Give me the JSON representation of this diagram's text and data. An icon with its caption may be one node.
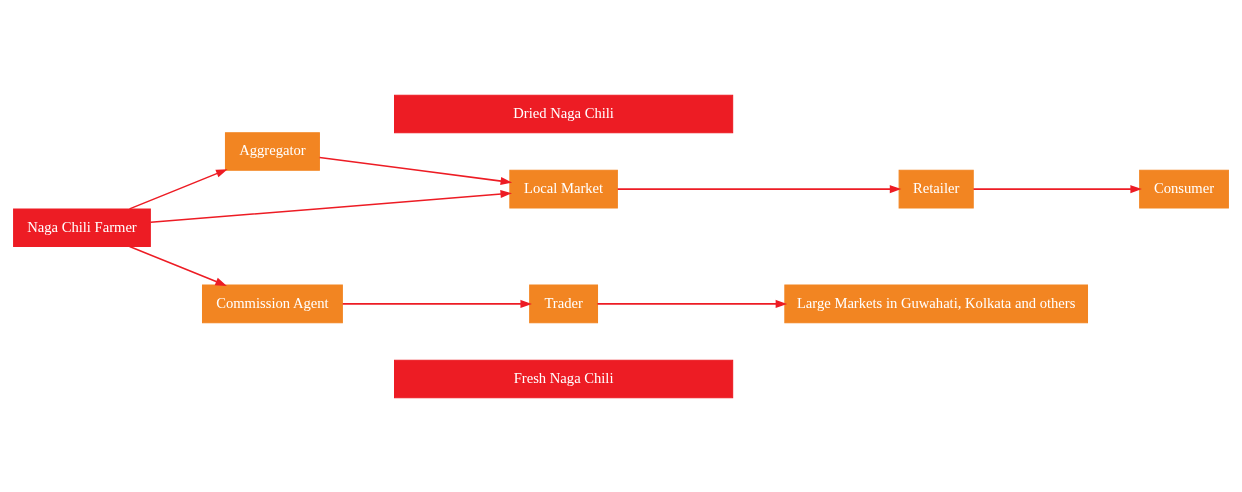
{
  "diagram": {
    "nodes": [
      {
        "text": [
          "Fresh Naga Chili"
        ]
      },
      {
        "text": [
          "Naga Chili Farmer"
        ]
      },
      {
        "text": [
          "Aggregator"
        ]
      },
      {
        "text": [
          "Local Market"
        ]
      },
      {
        "text": [
          "Retailer"
        ]
      },
      {
        "text": [
          "Consumer"
        ]
      },
      {
        "text": [
          "Commission Agent"
        ]
      },
      {
        "text": [
          "Trader"
        ]
      },
      {
        "text": [
          "Large Markets in Guwahati, Kolkata and others"
        ]
      },
      {
        "text": [
          "Dried Naga Chili"
        ]
      }
    ],
    "edges": [
      {
        "from": 1,
        "to": 2,
        "arrow": "to"
      },
      {
        "from": 2,
        "to": 3,
        "arrow": "to"
      },
      {
        "from": 1,
        "to": 3,
        "arrow": "to"
      },
      {
        "from": 3,
        "to": 4,
        "arrow": "to"
      },
      {
        "from": 4,
        "to": 5,
        "arrow": "to"
      },
      {
        "from": 1,
        "to": 6,
        "arrow": "to"
      },
      {
        "from": 6,
        "to": 7,
        "arrow": "to"
      },
      {
        "from": 7,
        "to": 8,
        "arrow": "to"
      }
    ]
  }
}
